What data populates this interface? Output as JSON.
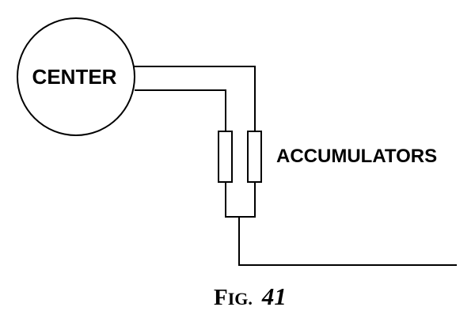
{
  "diagram": {
    "center_label": "CENTER",
    "accumulators_label": "ACCUMULATORS",
    "caption_prefix_cap": "F",
    "caption_prefix_small": "IG.",
    "caption_number": "41"
  },
  "colors": {
    "line": "#000000",
    "background": "#ffffff"
  }
}
